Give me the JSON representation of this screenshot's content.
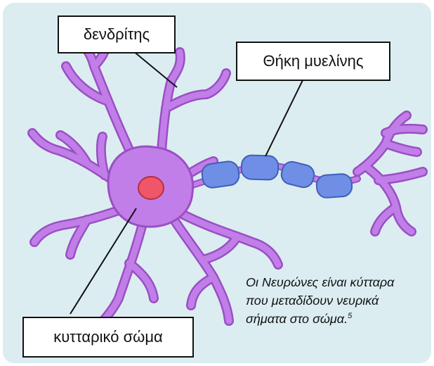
{
  "labels": {
    "dendrite": "δενδρίτης",
    "myelin_sheath": "Θήκη μυελίνης",
    "cell_body": "κυτταρικό σώμα"
  },
  "caption": {
    "line1": "Οι Νευρώνες είναι κύτταρα",
    "line2": "που μεταδίδουν νευρικά",
    "line3": "σήματα στο σώμα.",
    "footnote": "5"
  },
  "colors": {
    "background": "#dcedf1",
    "neuron": "#c27ee8",
    "neuron_outline": "#9a4fc4",
    "nucleus": "#f0566a",
    "myelin": "#6f8fe6",
    "myelin_outline": "#3f5fb8"
  }
}
